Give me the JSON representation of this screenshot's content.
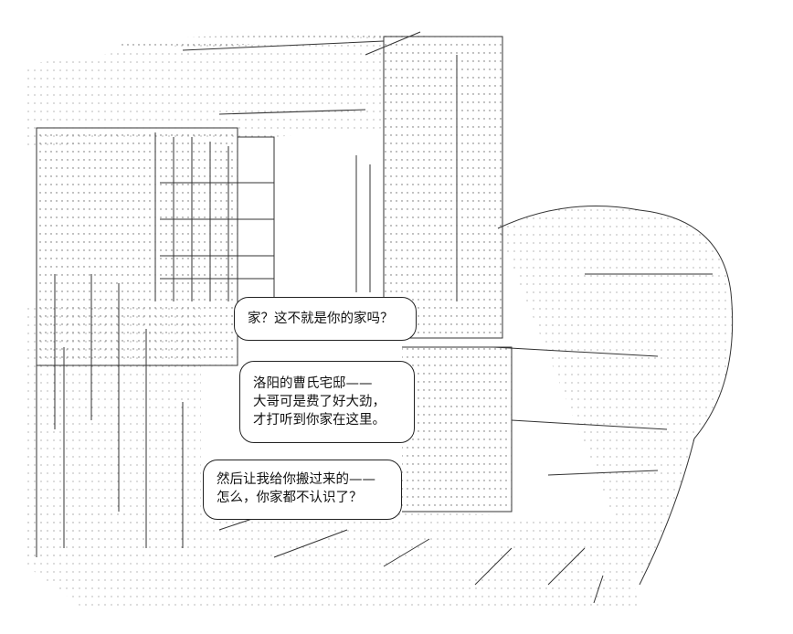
{
  "artwork": {
    "description_label": "ascii-art-house-scene"
  },
  "dialogue": [
    {
      "lines": [
        "家？这不就是你的家吗？"
      ]
    },
    {
      "lines": [
        "洛阳的曹氏宅邸——",
        "大哥可是费了好大劲，",
        "才打听到你家在这里。"
      ]
    },
    {
      "lines": [
        "然后让我给你搬过来的——",
        "怎么，你家都不认识了？"
      ]
    }
  ]
}
